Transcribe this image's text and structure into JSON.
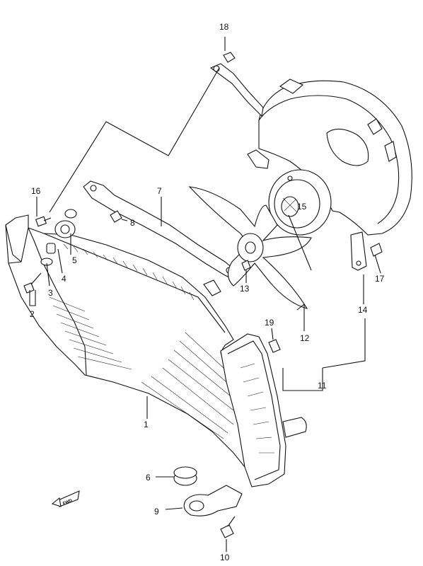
{
  "callouts": [
    {
      "id": "1",
      "text": "1"
    },
    {
      "id": "2",
      "text": "2"
    },
    {
      "id": "3",
      "text": "3"
    },
    {
      "id": "4",
      "text": "4"
    },
    {
      "id": "5",
      "text": "5"
    },
    {
      "id": "6",
      "text": "6"
    },
    {
      "id": "7",
      "text": "7"
    },
    {
      "id": "8",
      "text": "8"
    },
    {
      "id": "9",
      "text": "9"
    },
    {
      "id": "10",
      "text": "10"
    },
    {
      "id": "11",
      "text": "11"
    },
    {
      "id": "12",
      "text": "12"
    },
    {
      "id": "13",
      "text": "13"
    },
    {
      "id": "14",
      "text": "14"
    },
    {
      "id": "15",
      "text": "15"
    },
    {
      "id": "16",
      "text": "16"
    },
    {
      "id": "17",
      "text": "17"
    },
    {
      "id": "18",
      "text": "18"
    },
    {
      "id": "19",
      "text": "19"
    }
  ],
  "fwd_marker": {
    "text": "FWD",
    "icon": "front-arrow-icon"
  }
}
